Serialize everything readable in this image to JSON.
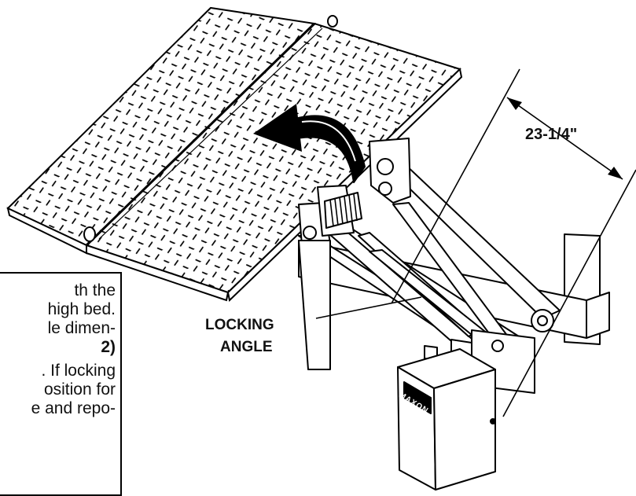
{
  "annotations": {
    "dimension": "23-1/4\"",
    "locking_label_line1": "LOCKING",
    "locking_label_line2": "ANGLE"
  },
  "brand": {
    "logo_text": "MAXON"
  },
  "note_box": {
    "lines": [
      "th the",
      "high bed.",
      "le dimen-",
      "2)",
      ". If locking",
      "osition for",
      "e and repo-"
    ]
  }
}
